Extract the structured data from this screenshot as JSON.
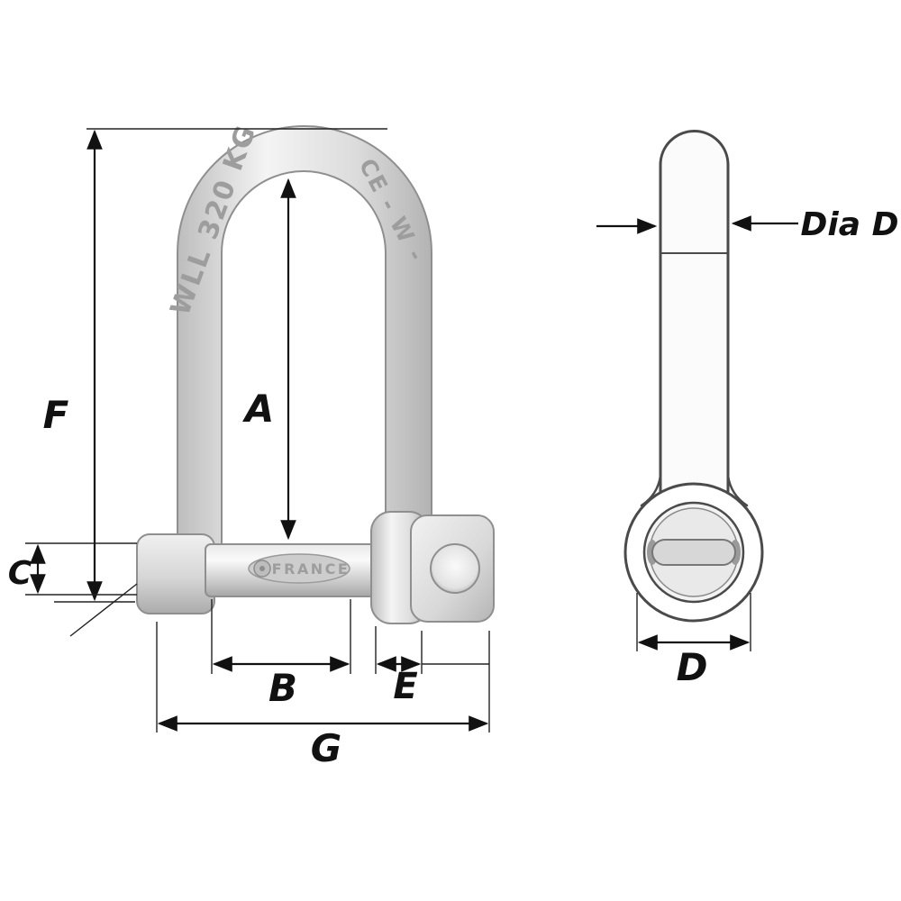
{
  "labels": {
    "A": "A",
    "B": "B",
    "C": "C",
    "D": "D",
    "E": "E",
    "F": "F",
    "G": "G",
    "dia_d": "Dia D"
  },
  "markings": {
    "wll": "WLL 320 KG",
    "ce": "CE - W -",
    "stamp": "FRANCE"
  },
  "colors": {
    "line": "#111111",
    "outline_side_view": "#4a4a4a",
    "metal_light": "#f5f5f5",
    "metal_mid": "#d2d2d2",
    "metal_dark": "#a0a0a0",
    "background": "#ffffff"
  }
}
